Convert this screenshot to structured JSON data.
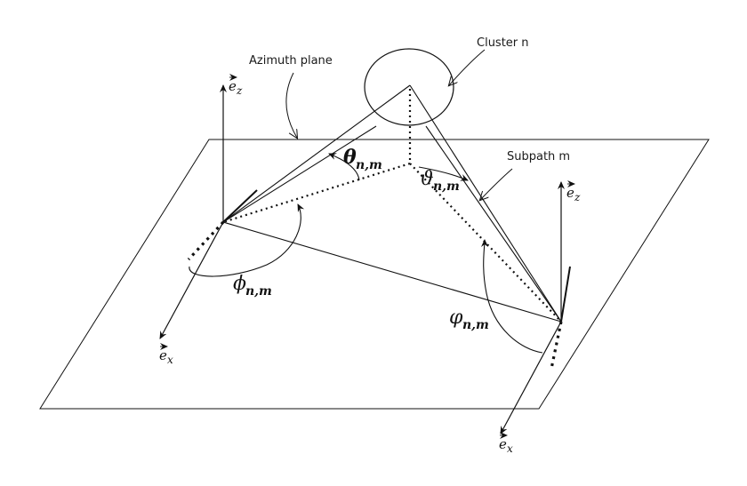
{
  "labels": {
    "cluster": "Cluster n",
    "azimuth_plane": "Azimuth plane",
    "subpath": "Subpath m"
  },
  "math": {
    "ez_left": {
      "base": "e",
      "sub": "z"
    },
    "ex_left": {
      "base": "e",
      "sub": "x"
    },
    "ez_right": {
      "base": "e",
      "sub": "z"
    },
    "ex_right": {
      "base": "e",
      "sub": "x"
    },
    "phi": {
      "base": "ϕ",
      "sub": "n,m"
    },
    "theta": {
      "base": "θ",
      "sub": "n,m"
    },
    "vartheta": {
      "base": "ϑ",
      "sub": "n,m"
    },
    "varphi": {
      "base": "φ",
      "sub": "n,m"
    }
  },
  "colors": {
    "stroke": "#111111",
    "background": "#ffffff"
  }
}
